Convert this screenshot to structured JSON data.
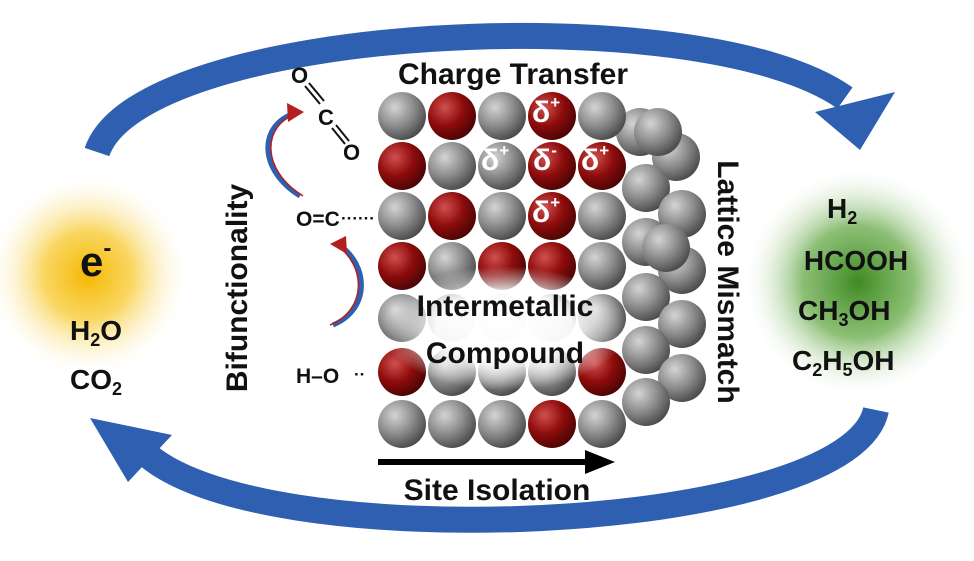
{
  "labels": {
    "charge_transfer": "Charge Transfer",
    "bifunctionality": "Bifunctionality",
    "lattice_mismatch": "Lattice Mismatch",
    "site_isolation": "Site Isolation",
    "intermetallic_line1": "Intermetallic",
    "intermetallic_line2": "Compound"
  },
  "reactants": {
    "electron": "e",
    "electron_sup": "-",
    "water_a": "H",
    "water_sub": "2",
    "water_b": "O",
    "co2_a": "CO",
    "co2_sub": "2"
  },
  "products": {
    "h2_a": "H",
    "h2_sub": "2",
    "formic": "HCOOH",
    "methanol_a": "CH",
    "methanol_sub": "3",
    "methanol_b": "OH",
    "ethanol_a": "C",
    "ethanol_sub1": "2",
    "ethanol_b": "H",
    "ethanol_sub2": "5",
    "ethanol_c": "OH"
  },
  "adsorbates": {
    "co2_o1": "O",
    "co2_c": "C",
    "co2_o2": "O",
    "co": "O=C",
    "co_dots": "······",
    "ho": "H–O",
    "ho_dots": "··"
  },
  "charges": {
    "delta": "δ",
    "plus": "+",
    "minus": "-"
  },
  "colors": {
    "cycle_arrow": "#2e5fb0",
    "reactant_glow": "#f6c12a",
    "product_glow": "#4f9a2e",
    "atom_red": "#8e0c0c",
    "atom_gray": "#8d8d8d",
    "curved_arrow_blue": "#2e5fb0",
    "curved_arrow_red": "#b41e1e"
  }
}
